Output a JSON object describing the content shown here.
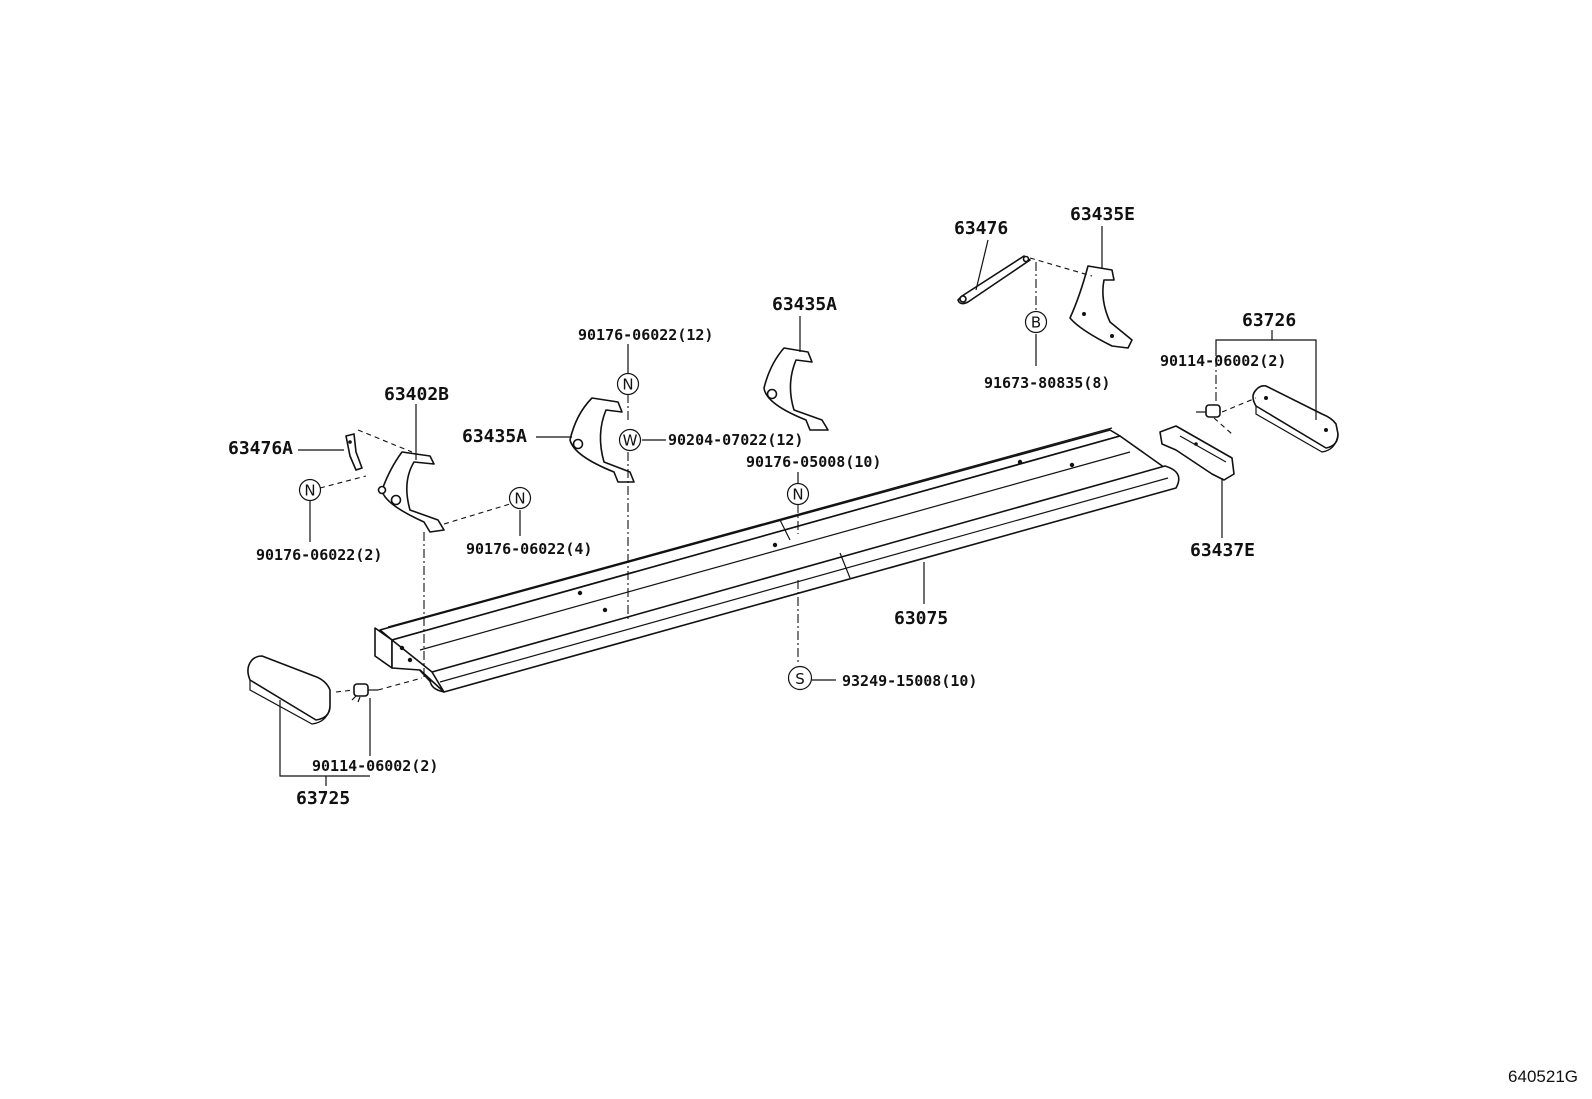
{
  "part_numbers": {
    "p63476": "63476",
    "p63435E": "63435E",
    "p63435A_top": "63435A",
    "p63726": "63726",
    "p63402B": "63402B",
    "p63476A": "63476A",
    "p63435A_left": "63435A",
    "p63437E": "63437E",
    "p63075": "63075",
    "p63725": "63725"
  },
  "fasteners": {
    "f90176_06022_12": "90176-06022(12)",
    "f90204_07022_12": "90204-07022(12)",
    "f90176_05008_10": "90176-05008(10)",
    "f91673_80835_8": "91673-80835(8)",
    "f90114_06002_2_right": "90114-06002(2)",
    "f90176_06022_2": "90176-06022(2)",
    "f90176_06022_4": "90176-06022(4)",
    "f93249_15008_10": "93249-15008(10)",
    "f90114_06002_2_left": "90114-06002(2)"
  },
  "symbols": {
    "N": "N",
    "W": "W",
    "B": "B",
    "S": "S"
  },
  "diagram_code": "640521G"
}
